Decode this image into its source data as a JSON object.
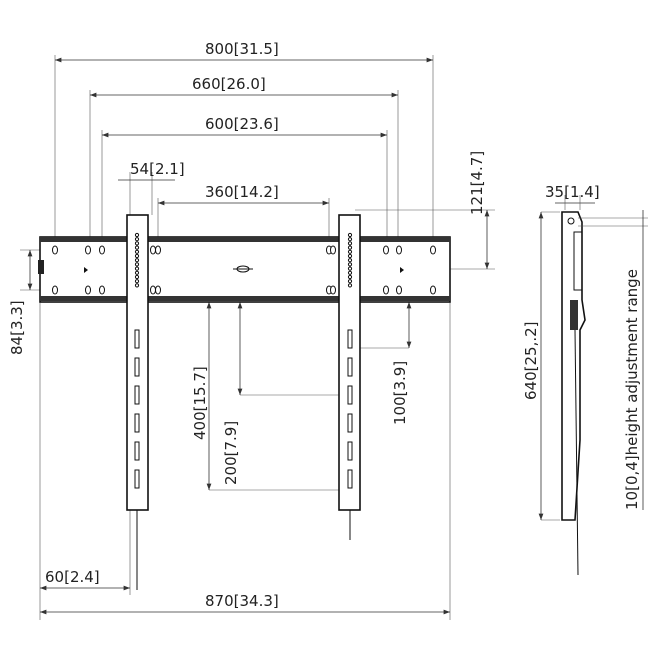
{
  "dimensions": {
    "width_800": "800[31.5]",
    "width_660": "660[26.0]",
    "width_600": "600[23.6]",
    "arm_54": "54[2.1]",
    "arm_spacing_360": "360[14.2]",
    "height_121": "121[4.7]",
    "height_84": "84[3.3]",
    "vertical_400": "400[15.7]",
    "vertical_200": "200[7.9]",
    "vertical_100": "100[3.9]",
    "offset_60": "60[2.4]",
    "width_870": "870[34.3]",
    "depth_35": "35[1.4]",
    "height_640": "640[25,.2]",
    "adjust_10": "10[0,4]height adjustment range"
  }
}
